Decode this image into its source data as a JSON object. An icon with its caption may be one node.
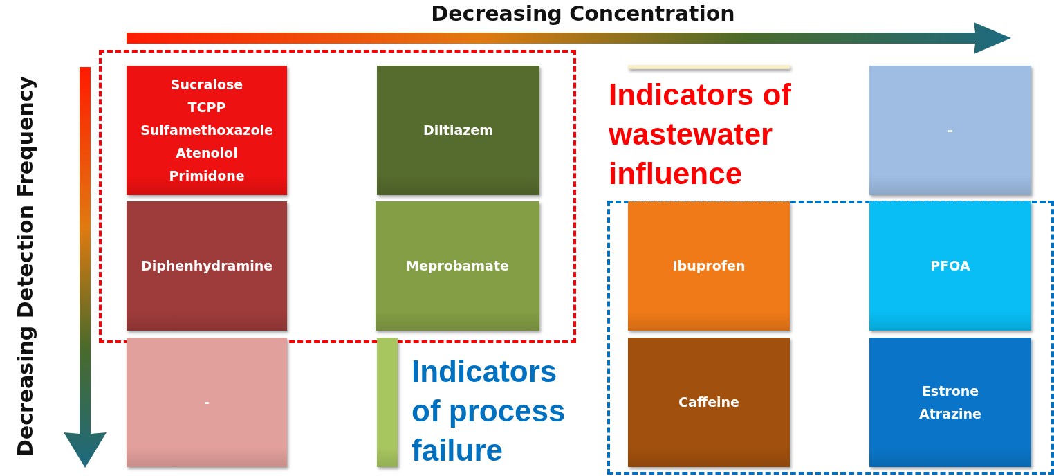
{
  "diagram": {
    "nodes": [
      {
        "text": [
          "Indicators of wastewater influence"
        ]
      },
      {
        "text": [
          "Sucralose",
          "TCPP",
          "Sulfamethoxazole",
          "Atenolol",
          "Primidone"
        ],
        "in": 0
      },
      {
        "text": [
          "Diltiazem"
        ],
        "in": 0
      },
      {
        "text": [],
        "shape": "box"
      },
      {
        "text": [
          "-"
        ]
      },
      {
        "text": [
          "Diphenhydramine"
        ],
        "in": 0
      },
      {
        "text": [
          "Meprobamate"
        ],
        "in": 0
      },
      {
        "text": [
          "Indicators of process failure"
        ]
      },
      {
        "text": [
          "Ibuprofen"
        ],
        "in": 7
      },
      {
        "text": [
          "PFOA"
        ],
        "in": 7
      },
      {
        "text": [
          "-"
        ]
      },
      {
        "text": [],
        "shape": "box"
      },
      {
        "text": [
          "Caffeine"
        ],
        "in": 7
      },
      {
        "text": [
          "Estrone",
          "Atrazine"
        ],
        "in": 7
      }
    ],
    "edges": [],
    "labels": [
      "Decreasing Concentration",
      "Decreasing Detection Frequency"
    ]
  }
}
